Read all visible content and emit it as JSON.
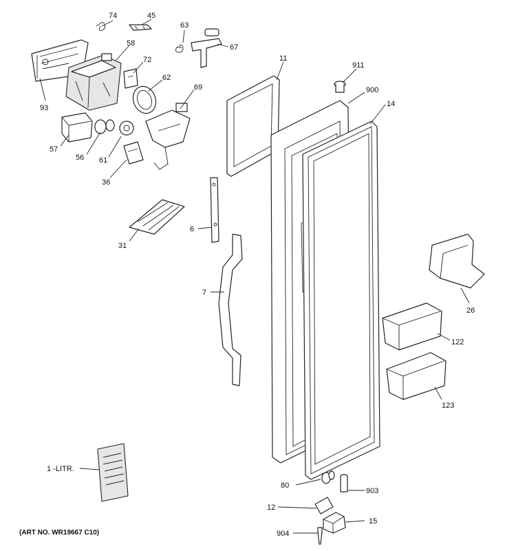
{
  "labels": {
    "p74": "74",
    "p45": "45",
    "p63": "63",
    "p67": "67",
    "p58": "58",
    "p72": "72",
    "p62": "62",
    "p69": "69",
    "p93": "93",
    "p57": "57",
    "p56": "56",
    "p61": "61",
    "p36": "36",
    "p11": "11",
    "p911": "911",
    "p900": "900",
    "p14": "14",
    "p31": "31",
    "p6": "6",
    "p7": "7",
    "p26": "26",
    "p122": "122",
    "p123": "123",
    "p1": "1 -LITR.",
    "p80": "80",
    "p903": "903",
    "p12": "12",
    "p15": "15",
    "p904": "904"
  },
  "art_number": "(ART NO. WR19667 C10)"
}
